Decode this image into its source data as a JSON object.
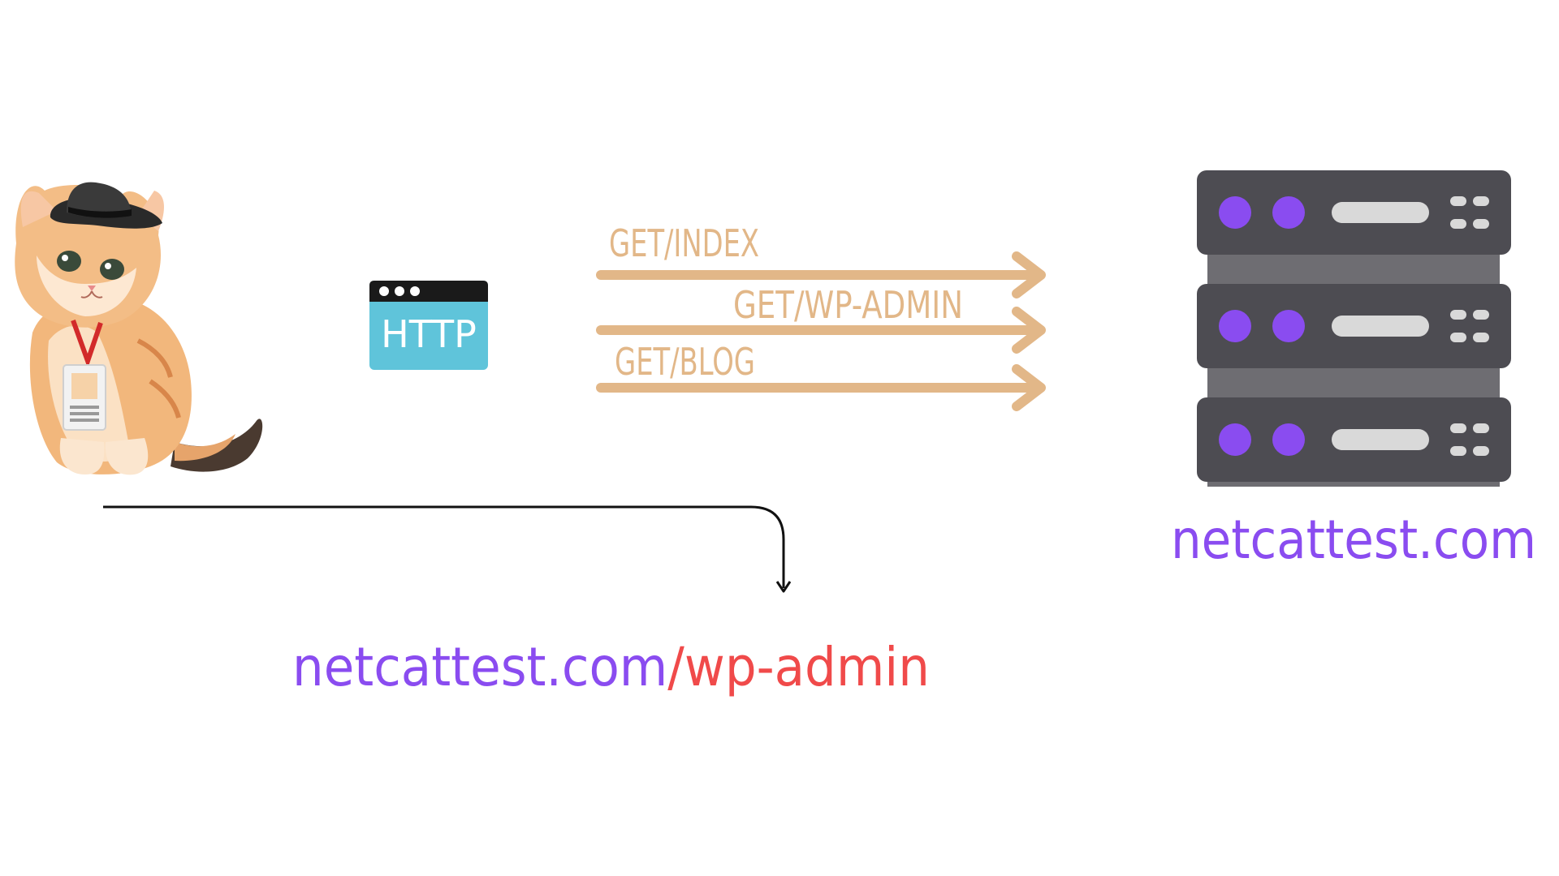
{
  "client": {
    "label": ""
  },
  "http_badge": {
    "text": "HTTP"
  },
  "requests": [
    {
      "label": "GET/INDEX"
    },
    {
      "label": "GET/WP-ADMIN"
    },
    {
      "label": "GET/BLOG"
    }
  ],
  "server": {
    "hostname": "netcattest.com"
  },
  "target_url": {
    "host": "netcattest.com",
    "path": "/wp-admin"
  },
  "colors": {
    "arrow": "#e2b788",
    "label": "#e2b788",
    "host_purple": "#8a4cf0",
    "path_red": "#f04a4a",
    "server_body": "#4d4c52",
    "server_back": "#6e6d72",
    "server_led": "#8a4cf0",
    "server_slot": "#d9d9d9",
    "http_blue": "#5fc4da",
    "http_bar": "#1a1a1a",
    "connector": "#111111"
  },
  "icons": [
    "cat-hacker-icon",
    "http-browser-icon",
    "server-rack-icon"
  ]
}
